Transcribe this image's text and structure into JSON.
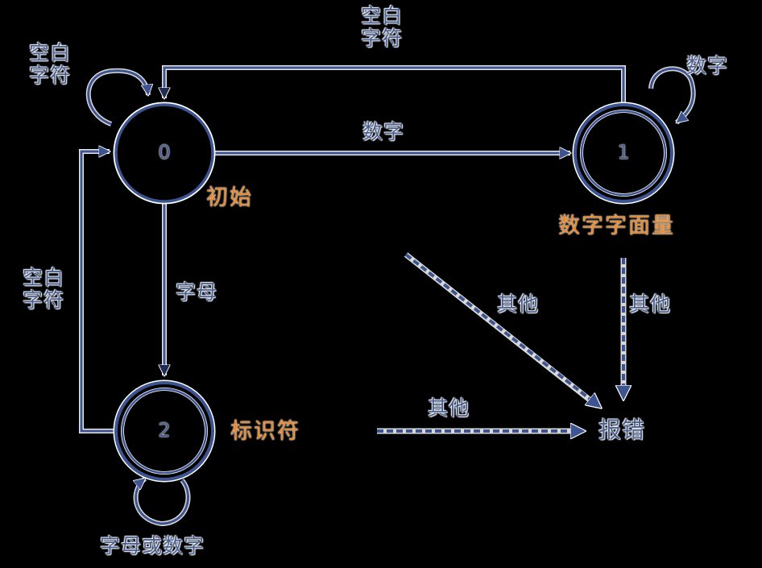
{
  "diagram": {
    "title": "",
    "type": "state-transition",
    "colors": {
      "background": "#000000",
      "line": "#3d5490",
      "line_halo": "#ffffff",
      "edge_label": "#4a5f8e",
      "state_label": "#e8892f"
    },
    "states": [
      {
        "id": "0",
        "label": "0",
        "name": "初始",
        "accepting": false
      },
      {
        "id": "1",
        "label": "1",
        "name": "数字字面量",
        "accepting": true
      },
      {
        "id": "2",
        "label": "2",
        "name": "标识符",
        "accepting": true
      },
      {
        "id": "error",
        "label": "报错",
        "name": "报错",
        "accepting": false
      }
    ],
    "edges": {
      "self0": {
        "from": "0",
        "to": "0",
        "label_line1": "空白",
        "label_line2": "字符",
        "style": "solid"
      },
      "e0to1": {
        "from": "0",
        "to": "1",
        "label": "数字",
        "style": "solid"
      },
      "e1to0": {
        "from": "1",
        "to": "0",
        "label_line1": "空白",
        "label_line2": "字符",
        "style": "solid"
      },
      "self1": {
        "from": "1",
        "to": "1",
        "label": "数字",
        "style": "solid"
      },
      "e0to2": {
        "from": "0",
        "to": "2",
        "label": "字母",
        "style": "solid"
      },
      "e2to0": {
        "from": "2",
        "to": "0",
        "label_line1": "空白",
        "label_line2": "字符",
        "style": "solid"
      },
      "self2": {
        "from": "2",
        "to": "2",
        "label": "字母或数字",
        "style": "solid"
      },
      "diagToErr": {
        "from": "other",
        "to": "error",
        "label": "其他",
        "style": "dashed"
      },
      "e1toErr": {
        "from": "1",
        "to": "error",
        "label": "其他",
        "style": "dashed"
      },
      "e2toErr": {
        "from": "2",
        "to": "error",
        "label": "其他",
        "style": "dashed"
      }
    }
  }
}
